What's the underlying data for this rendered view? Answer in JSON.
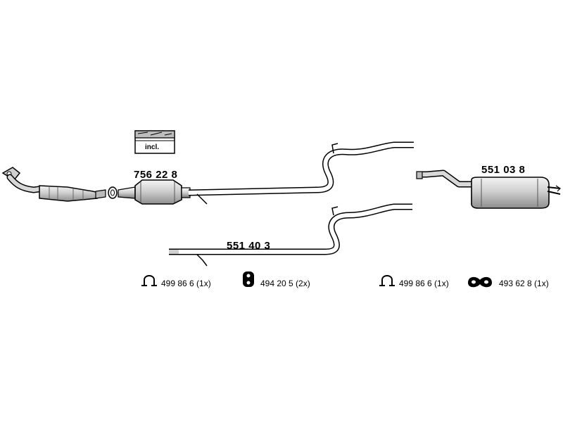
{
  "parts": {
    "catalytic_converter": "756 22 8",
    "rear_silencer": "551 03 8",
    "middle_pipe": "551 40 3"
  },
  "kit_label": "incl.",
  "accessories": {
    "clamp_left": "499 86 6 (1x)",
    "rubber_hanger": "494 20 5 (2x)",
    "clamp_right": "499 86 6 (1x)",
    "gasket": "493 62 8 (1x)"
  },
  "colors": {
    "line": "#000000",
    "part_fill": "#dcdcdc",
    "part_shade": "#a8a8a8",
    "background": "#ffffff"
  }
}
